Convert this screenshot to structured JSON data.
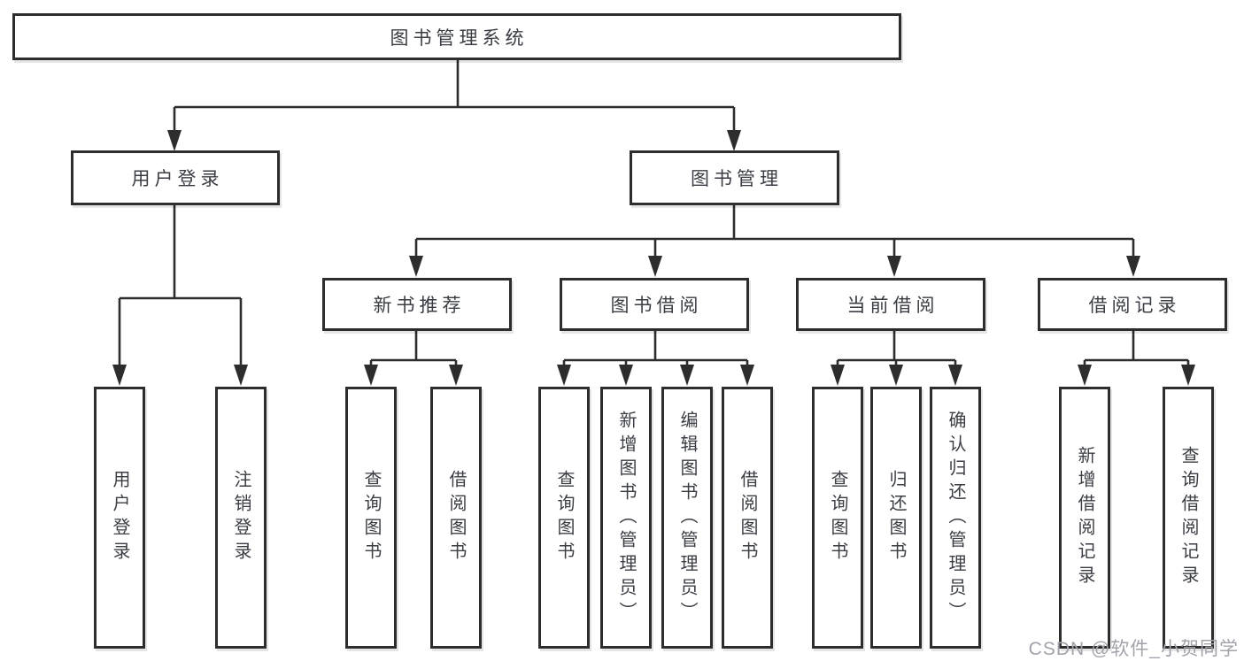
{
  "diagram": {
    "root": {
      "label": "图书管理系统"
    },
    "branches": [
      {
        "label": "用户登录",
        "children": [
          {
            "label": "用户登录"
          },
          {
            "label": "注销登录"
          }
        ]
      },
      {
        "label": "图书管理",
        "children": [
          {
            "label": "新书推荐",
            "children": [
              {
                "label": "查询图书"
              },
              {
                "label": "借阅图书"
              }
            ]
          },
          {
            "label": "图书借阅",
            "children": [
              {
                "label": "查询图书"
              },
              {
                "label": "新增图书（管理员）"
              },
              {
                "label": "编辑图书（管理员）"
              },
              {
                "label": "借阅图书"
              }
            ]
          },
          {
            "label": "当前借阅",
            "children": [
              {
                "label": "查询图书"
              },
              {
                "label": "归还图书"
              },
              {
                "label": "确认归还（管理员）"
              }
            ]
          },
          {
            "label": "借阅记录",
            "children": [
              {
                "label": "新增借阅记录"
              },
              {
                "label": "查询借阅记录"
              }
            ]
          }
        ]
      }
    ]
  },
  "watermark": {
    "text": "CSDN @软件_小贺同学"
  },
  "colors": {
    "line": "#2d2d2d",
    "box_border": "#2d2d2d",
    "box_fill": "#ffffff",
    "text": "#3a3e44",
    "watermark": "#a2a2ab",
    "background": "#ffffff"
  }
}
